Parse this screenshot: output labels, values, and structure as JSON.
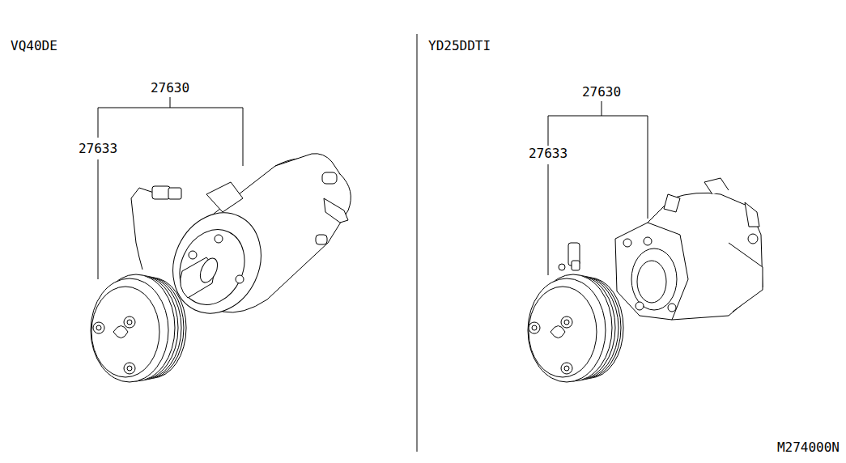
{
  "diagram": {
    "labels": [
      "VQ40DE",
      "27630",
      "27633",
      "YD25DDTI",
      "27630",
      "27633",
      "M274000N"
    ]
  }
}
